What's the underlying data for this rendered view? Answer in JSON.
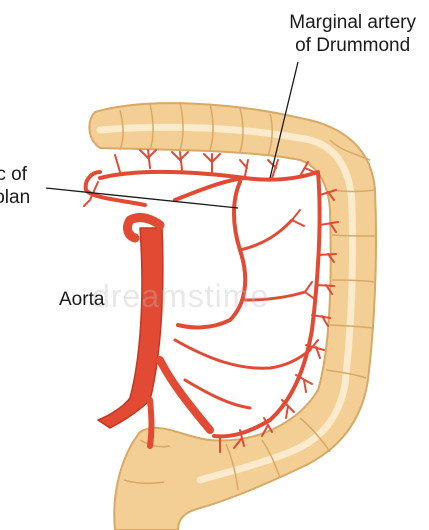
{
  "labels": {
    "marginal_line1": "Marginal artery",
    "marginal_line2": "of Drummond",
    "arc_line1": "rc of",
    "arc_line2": "iolan",
    "aorta": "Aorta"
  },
  "watermark": "dreamstime",
  "colors": {
    "artery": "#e24a33",
    "artery_dark": "#c63522",
    "colon": "#f3cf95",
    "colon_stroke": "#d9a865",
    "colon_highlight": "#fbeacb",
    "leader_line": "#1a1a1a"
  }
}
